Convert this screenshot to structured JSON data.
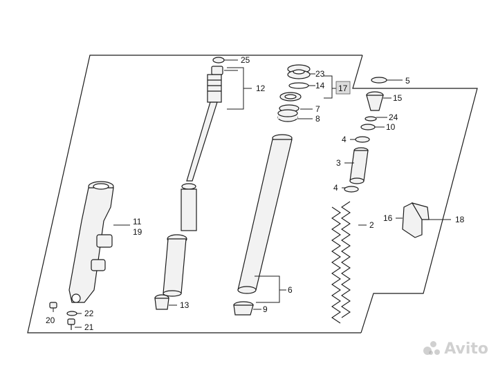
{
  "diagram": {
    "labels": {
      "p2": "2",
      "p3": "3",
      "p4a": "4",
      "p4b": "4",
      "p5": "5",
      "p6": "6",
      "p7": "7",
      "p8": "8",
      "p9": "9",
      "p10": "10",
      "p11": "11",
      "p12": "12",
      "p13": "13",
      "p14": "14",
      "p15": "15",
      "p16": "16",
      "p17": "17",
      "p18": "18",
      "p19": "19",
      "p20": "20",
      "p21": "21",
      "p22": "22",
      "p23": "23",
      "p24": "24",
      "p25": "25"
    },
    "colors": {
      "line": "#1a1a1a",
      "part_fill": "#f2f2f2",
      "callout_box": "#dcdcdc"
    },
    "watermark": "Avito"
  }
}
